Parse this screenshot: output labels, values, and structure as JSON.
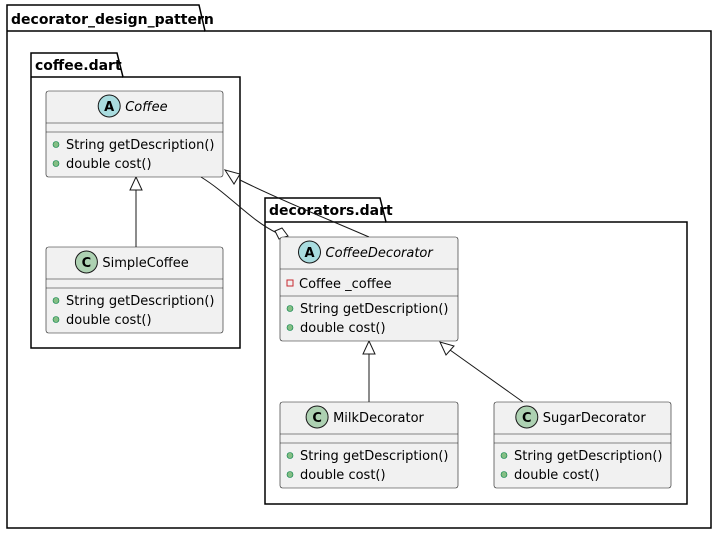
{
  "packages": [
    {
      "id": "decorator_design_pattern",
      "name": "decorator_design_pattern"
    },
    {
      "id": "coffee_dart",
      "name": "coffee.dart"
    },
    {
      "id": "decorators_dart",
      "name": "decorators.dart"
    }
  ],
  "classes": [
    {
      "id": "coffee",
      "name": "Coffee",
      "stereotype": "A",
      "abstract": true,
      "fields": [],
      "methods": [
        "String getDescription()",
        "double cost()"
      ]
    },
    {
      "id": "simple_coffee",
      "name": "SimpleCoffee",
      "stereotype": "C",
      "abstract": false,
      "fields": [],
      "methods": [
        "String getDescription()",
        "double cost()"
      ]
    },
    {
      "id": "coffee_decorator",
      "name": "CoffeeDecorator",
      "stereotype": "A",
      "abstract": true,
      "fields": [
        "Coffee _coffee"
      ],
      "methods": [
        "String getDescription()",
        "double cost()"
      ]
    },
    {
      "id": "milk_decorator",
      "name": "MilkDecorator",
      "stereotype": "C",
      "abstract": false,
      "fields": [],
      "methods": [
        "String getDescription()",
        "double cost()"
      ]
    },
    {
      "id": "sugar_decorator",
      "name": "SugarDecorator",
      "stereotype": "C",
      "abstract": false,
      "fields": [],
      "methods": [
        "String getDescription()",
        "double cost()"
      ]
    }
  ],
  "relations": [
    {
      "from": "simple_coffee",
      "to": "coffee",
      "type": "inheritance"
    },
    {
      "from": "coffee_decorator",
      "to": "coffee",
      "type": "inheritance"
    },
    {
      "from": "coffee",
      "to": "coffee_decorator",
      "type": "aggregation"
    },
    {
      "from": "milk_decorator",
      "to": "coffee_decorator",
      "type": "inheritance"
    },
    {
      "from": "sugar_decorator",
      "to": "coffee_decorator",
      "type": "inheritance"
    }
  ],
  "colors": {
    "class_fill": "#f1f1f1",
    "class_border": "#181818",
    "abstract_badge": "#a9dcdf",
    "concrete_badge": "#add1b2",
    "public_method": "#84be84",
    "private_field": "#c82930"
  }
}
